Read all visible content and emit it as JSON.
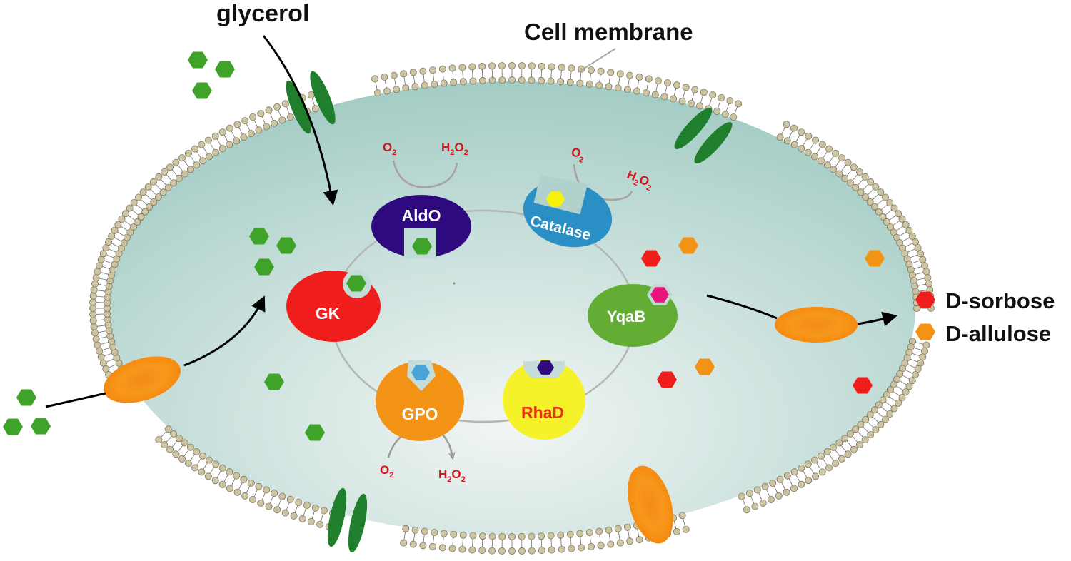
{
  "labels": {
    "glycerol": "glycerol",
    "cell_membrane": "Cell membrane"
  },
  "enzymes": [
    {
      "id": "aldo",
      "label": "AldO",
      "color": "#2e0a7e",
      "text_color": "#ffffff",
      "substrate_color": "#3fa329"
    },
    {
      "id": "catalase",
      "label": "Catalase",
      "color": "#2a8fc4",
      "text_color": "#ffffff",
      "substrate_color": "#f7f20a"
    },
    {
      "id": "gk",
      "label": "GK",
      "color": "#f01d1d",
      "text_color": "#ffffff",
      "substrate_color": "#3fa329"
    },
    {
      "id": "yqab",
      "label": "YqaB",
      "color": "#64ad35",
      "text_color": "#ffffff",
      "substrate_color": "#e8157a"
    },
    {
      "id": "gpo",
      "label": "GPO",
      "color": "#f39316",
      "text_color": "#ffffff",
      "substrate_color": "#4aa3d6"
    },
    {
      "id": "rhad",
      "label": "RhaD",
      "color": "#f5f22a",
      "text_color": "#e8320e",
      "substrate_color": "#2e0a7e"
    }
  ],
  "cofactors": {
    "aldo": {
      "in": "O",
      "in_sub": "2",
      "out_h": "H",
      "out_h_sub": "2",
      "out_o": "O",
      "out_o_sub": "2"
    },
    "catalase": {
      "in": "O",
      "in_sub": "2",
      "out_h": "H",
      "out_h_sub": "2",
      "out_o": "O",
      "out_o_sub": "2"
    },
    "gpo": {
      "in": "O",
      "in_sub": "2",
      "out_h": "H",
      "out_h_sub": "2",
      "out_o": "O",
      "out_o_sub": "2"
    }
  },
  "legend": [
    {
      "label": "D-sorbose",
      "color": "#f01d1d"
    },
    {
      "label": "D-allulose",
      "color": "#f39316"
    }
  ],
  "colors": {
    "cytoplasm": "#a9cfc8",
    "glycerol_molecule": "#3fa329",
    "channel_green": "#207f2d",
    "transporter_orange": "#f58d12",
    "lipid_head": "#cdc4a2",
    "chem_red": "#d4141b"
  }
}
